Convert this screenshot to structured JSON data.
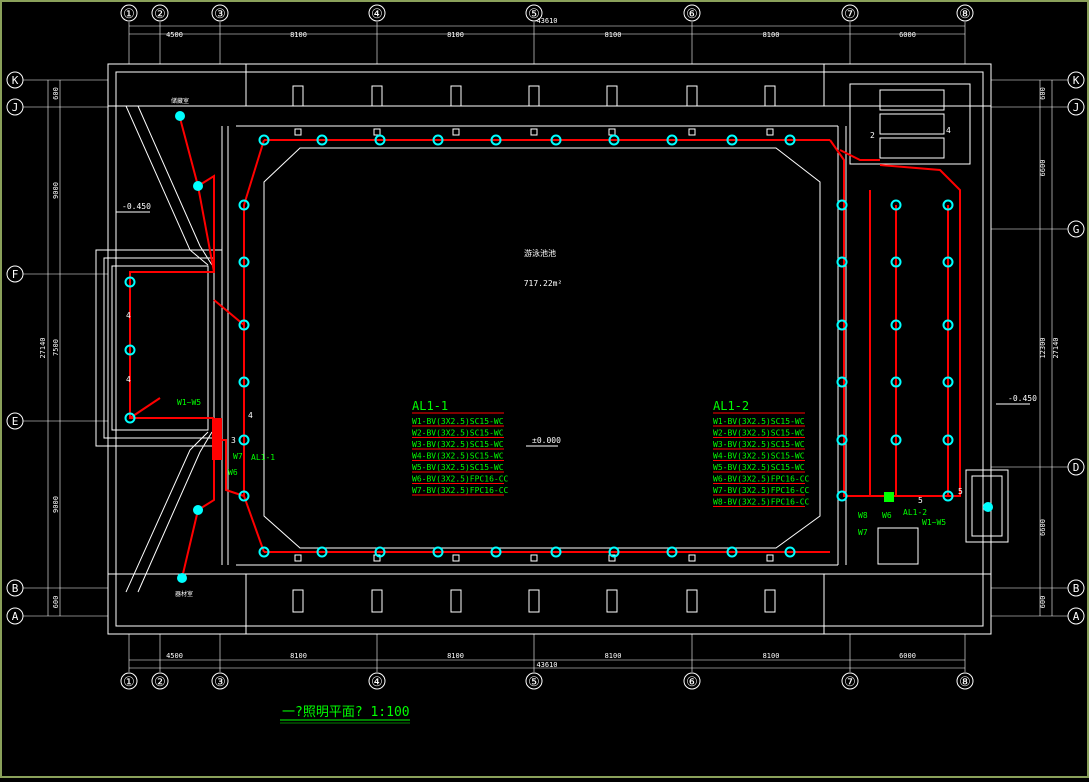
{
  "grid": {
    "columns": [
      {
        "label": "①"
      },
      {
        "label": "②"
      },
      {
        "label": "③"
      },
      {
        "label": "④"
      },
      {
        "label": "⑤"
      },
      {
        "label": "⑥"
      },
      {
        "label": "⑦"
      },
      {
        "label": "⑧"
      }
    ],
    "rows_left": [
      {
        "label": "K"
      },
      {
        "label": "J"
      },
      {
        "label": "F"
      },
      {
        "label": "E"
      },
      {
        "label": "B"
      },
      {
        "label": "A"
      }
    ],
    "rows_right": [
      {
        "label": "K"
      },
      {
        "label": "J"
      },
      {
        "label": "G"
      },
      {
        "label": "D"
      },
      {
        "label": "B"
      },
      {
        "label": "A"
      }
    ]
  },
  "dimensions": {
    "top_segments": [
      "4500",
      "8100",
      "8100",
      "8100",
      "8100",
      "6000"
    ],
    "top_total": "43610",
    "bottom_segments": [
      "4500",
      "8100",
      "8100",
      "8100",
      "8100",
      "6000"
    ],
    "bottom_total": "43610",
    "left": [
      "600",
      "9000",
      "7500",
      "9000",
      "600"
    ],
    "left_total": "27140",
    "right": [
      "600",
      "6600",
      "12300",
      "6600",
      "600"
    ],
    "right_total": "27140"
  },
  "rooms": {
    "pool_name": "游泳池池",
    "pool_area": "717.22m²",
    "room_top_left": "储藏室",
    "room_bottom_left": "器材室"
  },
  "levels": {
    "left": "-0.450",
    "right": "-0.450",
    "center": "±0.000"
  },
  "panels": {
    "left": {
      "title": "AL1-1",
      "circuits": [
        "W1-BV(3X2.5)SC15-WC",
        "W2-BV(3X2.5)SC15-WC",
        "W3-BV(3X2.5)SC15-WC",
        "W4-BV(3X2.5)SC15-WC",
        "W5-BV(3X2.5)SC15-WC",
        "W6-BV(3X2.5)FPC16-CC",
        "W7-BV(3X2.5)FPC16-CC"
      ]
    },
    "right": {
      "title": "AL1-2",
      "circuits": [
        "W1-BV(3X2.5)SC15-WC",
        "W2-BV(3X2.5)SC15-WC",
        "W3-BV(3X2.5)SC15-WC",
        "W4-BV(3X2.5)SC15-WC",
        "W5-BV(3X2.5)SC15-WC",
        "W6-BV(3X2.5)FPC16-CC",
        "W7-BV(3X2.5)FPC16-CC",
        "W8-BV(3X2.5)FPC16-CC"
      ]
    }
  },
  "tags": {
    "left_bundle": "W1~W5",
    "left_panel": "AL1-1",
    "left_w7": "W7",
    "left_w6": "W6",
    "left_3": "3",
    "left_4": "4",
    "left_4b": "4",
    "left_4c": "4",
    "right_bundle": "W1~W5",
    "right_panel": "AL1-2",
    "right_w8": "W8",
    "right_w6": "W6",
    "right_w7": "W7",
    "right_5": "5",
    "right_5b": "5",
    "right_4": "4",
    "right_2": "2"
  },
  "drawing_title": "一?照明平面?  1:100",
  "colors": {
    "wall": "#ffffff",
    "wire": "#ff0000",
    "fixture": "#00ffff",
    "text": "#ffffff",
    "label": "#00ff00"
  }
}
